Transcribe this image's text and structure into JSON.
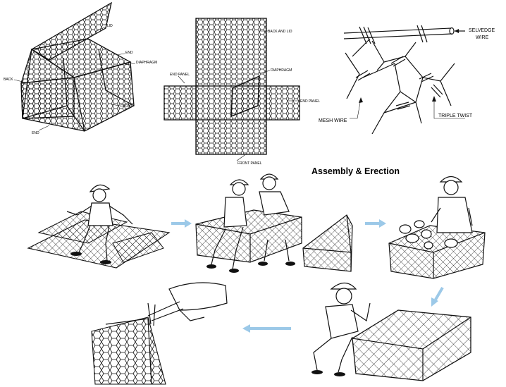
{
  "gabion_box": {
    "labels": {
      "lid": "LID",
      "end_top": "END",
      "diaphragm": "DIAPHRAGM",
      "back": "BACK",
      "front": "FRONT",
      "end_bottom": "END"
    }
  },
  "unfolded_panel": {
    "labels": {
      "back_and_lid": "BACK AND LID",
      "diaphragm": "DIAPHRAGM",
      "end_panel_left": "END PANEL",
      "end_panel_right": "END PANEL",
      "front_panel": "FRONT PANEL"
    }
  },
  "mesh_detail": {
    "labels": {
      "selvedge_wire_line1": "SELVEDGE",
      "selvedge_wire_line2": "WIRE",
      "mesh_wire": "MESH WIRE",
      "triple_twist": "TRIPLE TWIST"
    }
  },
  "assembly": {
    "title": "Assembly & Erection"
  },
  "colors": {
    "arrow": "#9cc9e8",
    "ink": "#111111",
    "background": "#ffffff"
  }
}
